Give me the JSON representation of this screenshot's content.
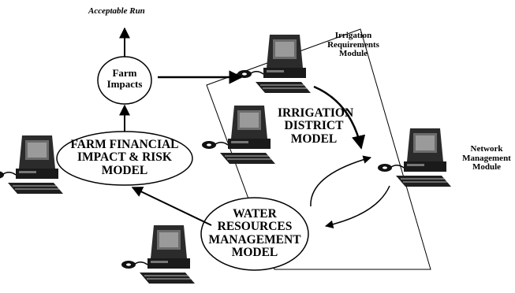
{
  "labels": {
    "acceptable_run": "Acceptable Run",
    "farm_impacts": [
      "Farm",
      "Impacts"
    ],
    "irrigation_requirements": [
      "Irrigation",
      "Requirements",
      "Module"
    ],
    "irrigation_district": [
      "IRRIGATION",
      "DISTRICT",
      "MODEL"
    ],
    "network_management": [
      "Network",
      "Management",
      "Module"
    ],
    "farm_financial": [
      "FARM FINANCIAL",
      "IMPACT & RISK",
      "MODEL"
    ],
    "water_resources": [
      "WATER",
      "RESOURCES",
      "MANAGEMENT",
      "MODEL"
    ]
  },
  "icons": [
    "computer-workstation-icon",
    "screen-icon",
    "keyboard-icon",
    "mouse-icon"
  ]
}
